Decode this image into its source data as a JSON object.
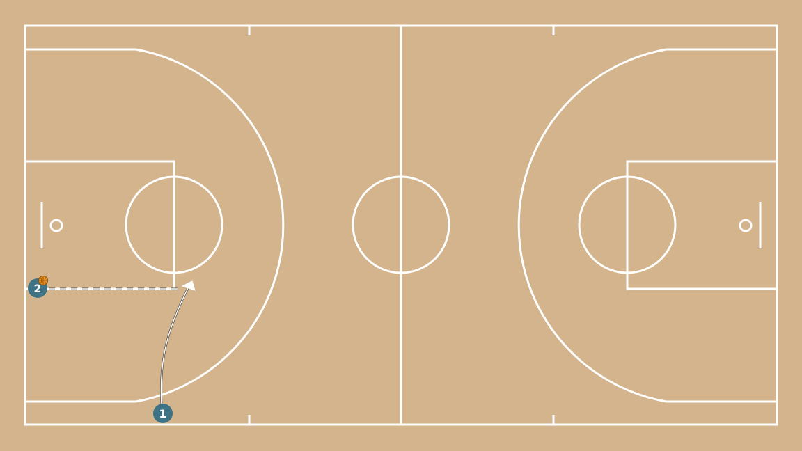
{
  "colors": {
    "floor": "#d3b48c",
    "lines": "#ffffff",
    "player": "#3d7384",
    "ball": "#e8901f"
  },
  "players": [
    {
      "id": "player-1",
      "label": "1",
      "has_ball": false
    },
    {
      "id": "player-2",
      "label": "2",
      "has_ball": true
    }
  ],
  "actions": [
    {
      "type": "cut",
      "from": "1",
      "description": "movement path"
    },
    {
      "type": "pass",
      "from": "2",
      "to": "1",
      "style": "dashed"
    }
  ]
}
